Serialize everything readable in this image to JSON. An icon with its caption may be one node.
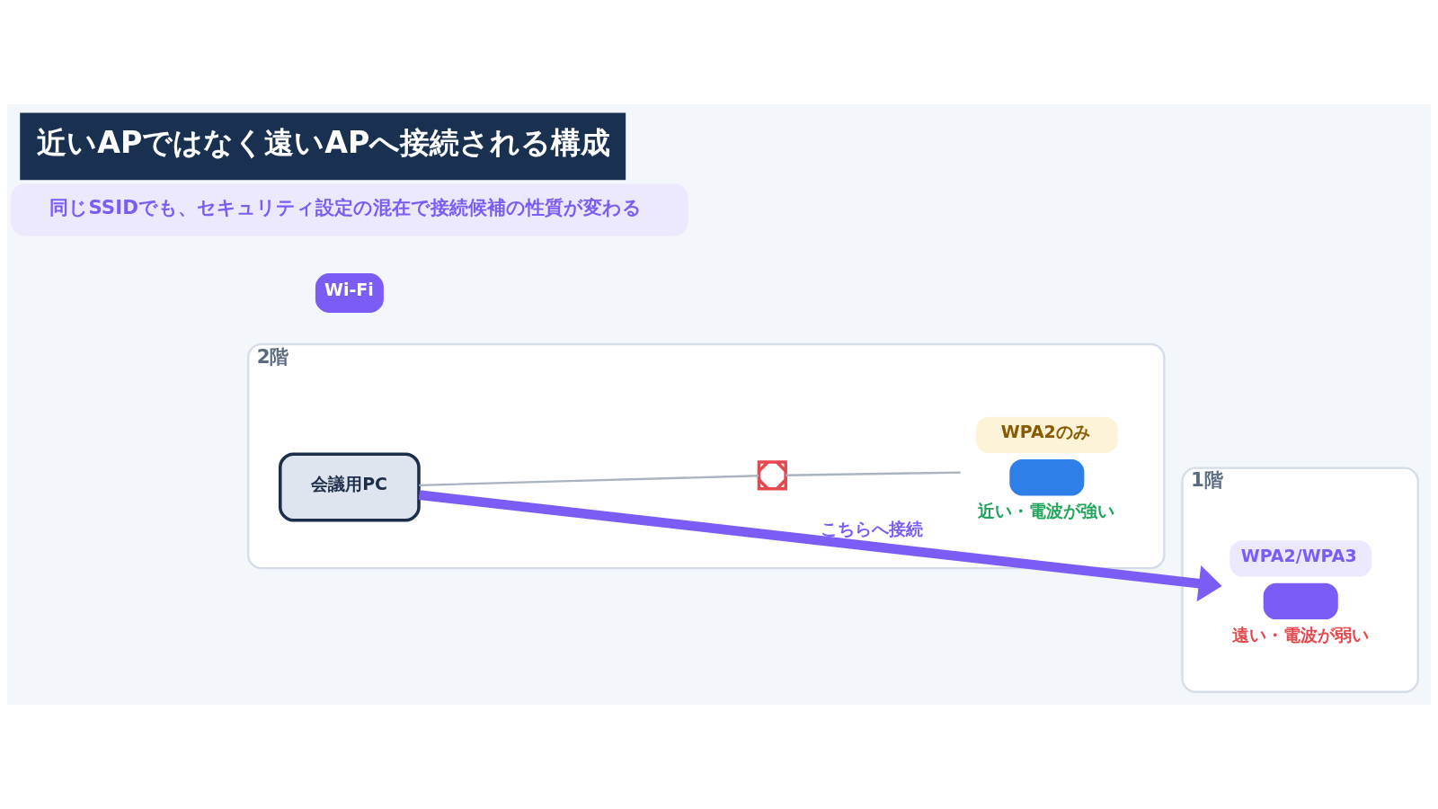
{
  "diagram": {
    "title": "近いAPではなく遠いAPへ接続される構成",
    "nodes": [
      {
        "text": [
          "2階"
        ]
      },
      {
        "text": [
          "会議用PC"
        ],
        "in": 0
      },
      {
        "text": [],
        "shape": "cross",
        "in": 0
      },
      {
        "text": [
          "WPA2のみ",
          "近い・電波が強い"
        ],
        "in": 0
      },
      {
        "text": [
          "1階"
        ]
      },
      {
        "text": [
          "WPA2/WPA3",
          "遠い・電波が弱い"
        ],
        "in": 4
      }
    ],
    "edges": [
      {
        "from": 1,
        "to": 2,
        "arrow": "none",
        "color": "#a9b4c0"
      },
      {
        "from": 2,
        "to": 3,
        "arrow": "none",
        "color": "#a9b4c0"
      },
      {
        "from": 1,
        "to": 5,
        "arrow": "to",
        "label": "こちらへ接続",
        "style": "thick",
        "color": "#7b5cf5"
      }
    ],
    "labels": [
      "Wi-Fi",
      "同じSSIDでも、セキュリティ設定の混在で接続候補の性質が変わる"
    ]
  }
}
